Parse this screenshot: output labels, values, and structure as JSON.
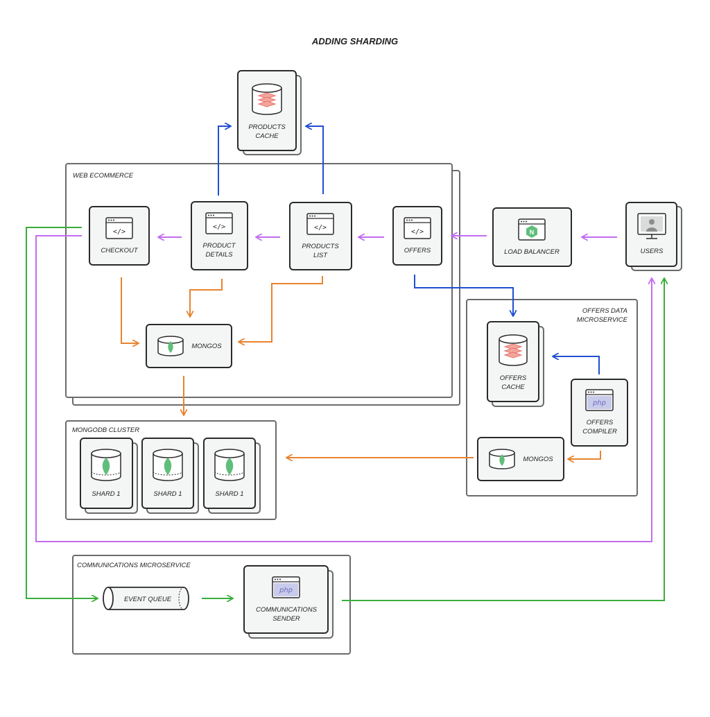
{
  "title": "ADDING SHARDING",
  "groups": {
    "web_ecommerce": "WEB ECOMMERCE",
    "mongodb_cluster": "MONGODB CLUSTER",
    "offers_data_line1": "OFFERS DATA",
    "offers_data_line2": "MICROSERVICE",
    "communications": "COMMUNICATIONS MICROSERVICE"
  },
  "nodes": {
    "products_cache": [
      "PRODUCTS",
      "CACHE"
    ],
    "checkout": [
      "CHECKOUT"
    ],
    "product_details": [
      "PRODUCT",
      "DETAILS"
    ],
    "products_list": [
      "PRODUCTS",
      "LIST"
    ],
    "offers": [
      "OFFERS"
    ],
    "load_balancer": [
      "LOAD BALANCER"
    ],
    "users": [
      "USERS"
    ],
    "mongos_web": "MONGOS",
    "offers_cache": [
      "OFFERS",
      "CACHE"
    ],
    "offers_compiler": [
      "OFFERS",
      "COMPILER"
    ],
    "mongos_offers": "MONGOS",
    "shards": [
      "SHARD 1",
      "SHARD 1",
      "SHARD 1"
    ],
    "event_queue": "EVENT QUEUE",
    "communications_sender": [
      "COMMUNICATIONS",
      "SENDER"
    ]
  },
  "icons": {
    "php": "php",
    "nginx": "N",
    "code": "</>"
  },
  "colors": {
    "blue": "#1f4fd1",
    "purple": "#c46df0",
    "orange": "#e8832e",
    "green": "#3aad3a",
    "mongo_leaf": "#5fbf7a",
    "redis": "#e8736a",
    "card_fill": "#f4f6f5",
    "border": "#2a2a2a",
    "group_border": "#6b6b6b"
  }
}
